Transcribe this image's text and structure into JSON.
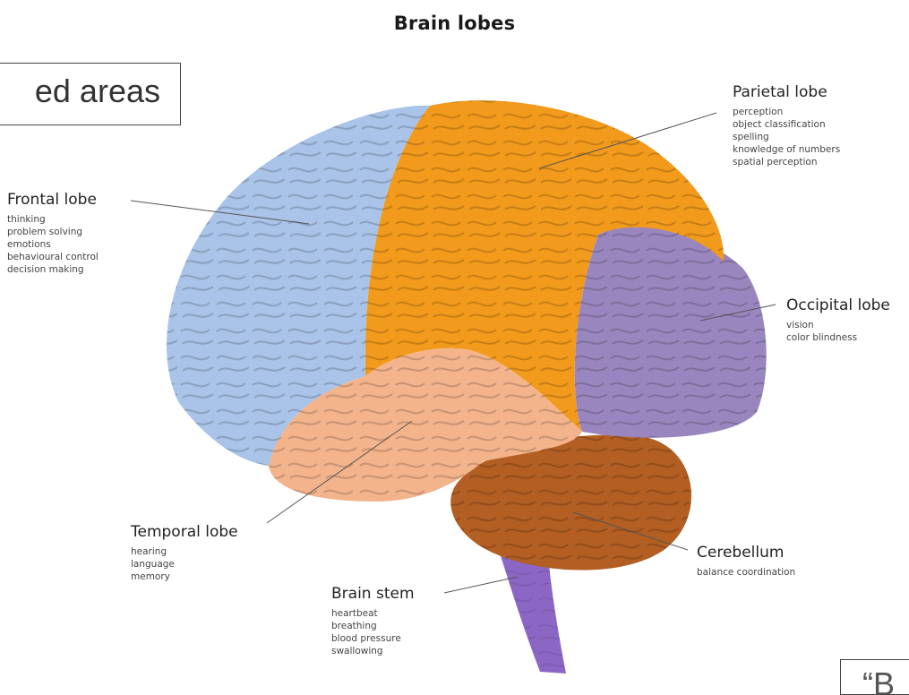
{
  "title": "Brain lobes",
  "overlay_text": "ed areas",
  "corner_text": "“B",
  "colors": {
    "frontal": "#a9c4e8",
    "parietal": "#f29a1c",
    "occipital": "#9a86bf",
    "temporal": "#f3b48c",
    "cerebellum": "#b35e22",
    "brain_stem": "#8c66c4"
  },
  "labels": {
    "frontal": {
      "name": "Frontal lobe",
      "functions": [
        "thinking",
        "problem solving",
        "emotions",
        "behavioural control",
        "decision making"
      ]
    },
    "parietal": {
      "name": "Parietal lobe",
      "functions": [
        "perception",
        "object classification",
        "spelling",
        "knowledge of numbers",
        "spatial perception"
      ]
    },
    "occipital": {
      "name": "Occipital lobe",
      "functions": [
        "vision",
        "color blindness"
      ]
    },
    "temporal": {
      "name": "Temporal lobe",
      "functions": [
        "hearing",
        "language",
        "memory"
      ]
    },
    "cerebellum": {
      "name": "Cerebellum",
      "functions": [
        "balance coordination"
      ]
    },
    "brain_stem": {
      "name": "Brain stem",
      "functions": [
        "heartbeat",
        "breathing",
        "blood pressure",
        "swallowing"
      ]
    }
  }
}
